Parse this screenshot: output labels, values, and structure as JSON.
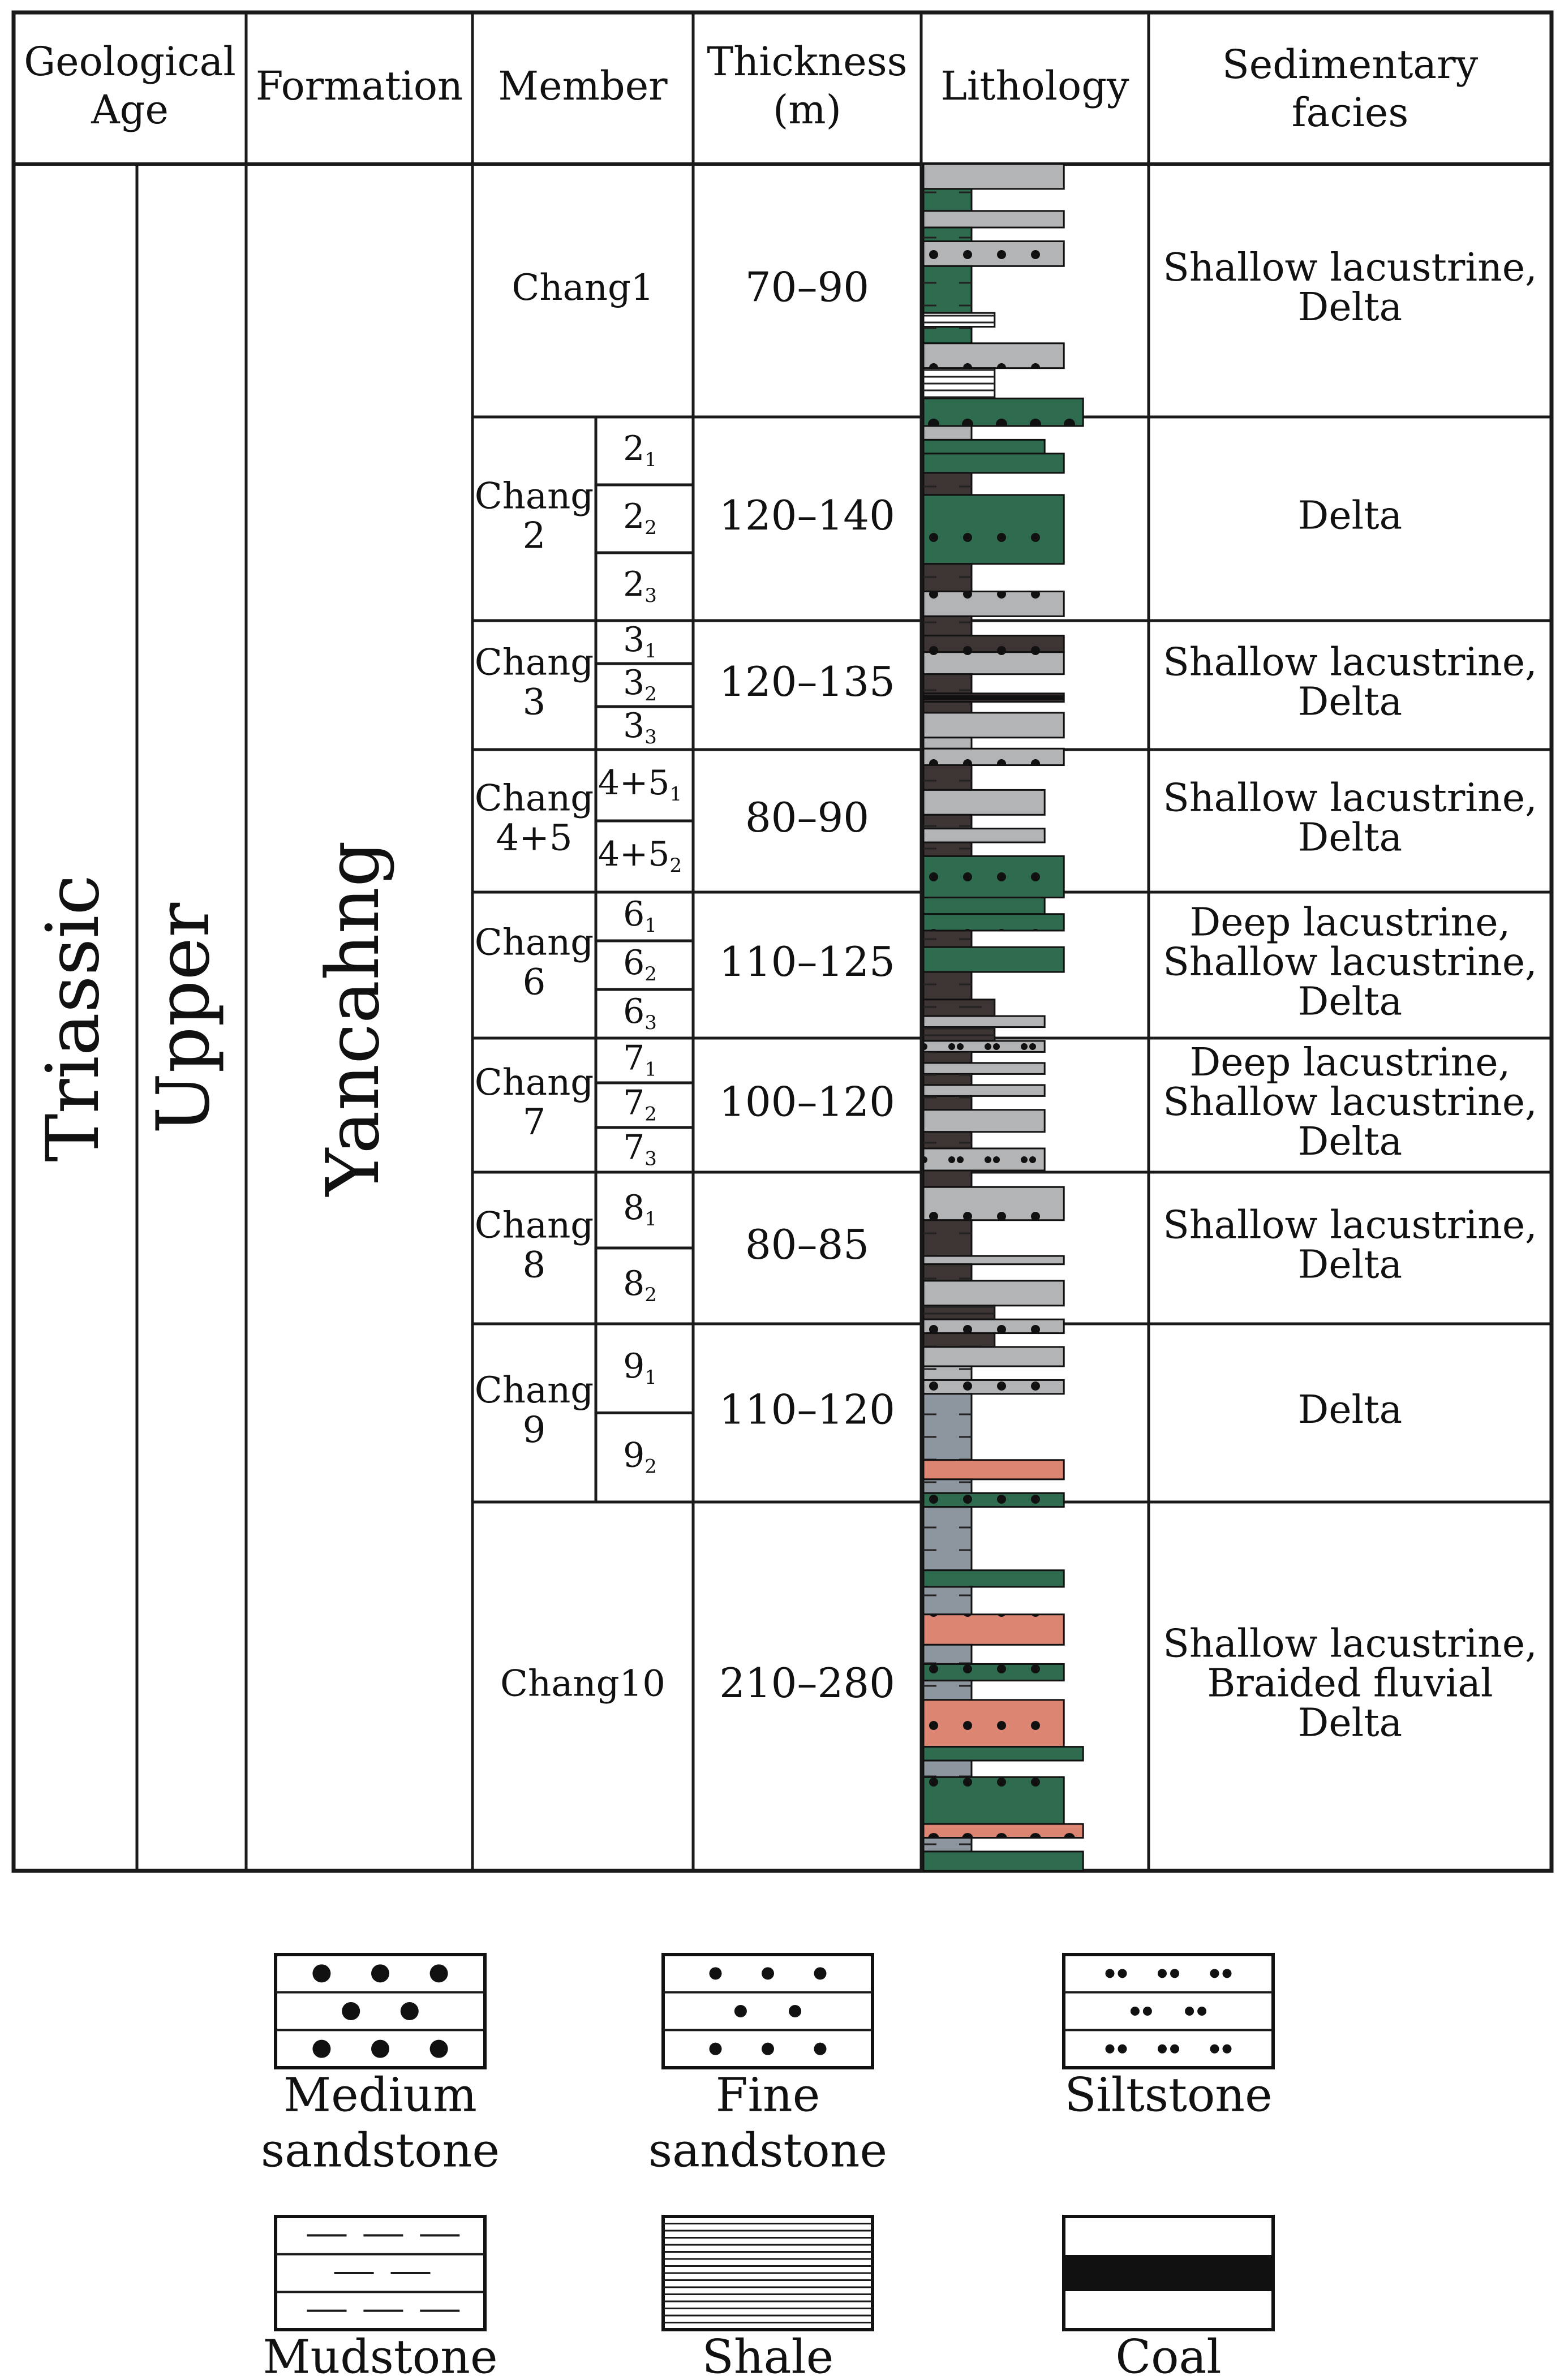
{
  "headers": {
    "age_line1": "Geological",
    "age_line2": "Age",
    "formation": "Formation",
    "member": "Member",
    "thickness_line1": "Thickness",
    "thickness_line2": "(m)",
    "lithology": "Lithology",
    "facies_line1": "Sedimentary",
    "facies_line2": "facies"
  },
  "system": "Triassic",
  "series": "Upper",
  "formation": "Yancahng",
  "members": [
    {
      "label": [
        "Chang1"
      ],
      "thickness": "70–90",
      "facies": [
        "Shallow lacustrine,",
        "Delta"
      ],
      "subs": []
    },
    {
      "label": [
        "Chang",
        "2"
      ],
      "thickness": "120–140",
      "facies": [
        "Delta"
      ],
      "subs": [
        {
          "base": "2",
          "sub": "1"
        },
        {
          "base": "2",
          "sub": "2"
        },
        {
          "base": "2",
          "sub": "3"
        }
      ]
    },
    {
      "label": [
        "Chang",
        "3"
      ],
      "thickness": "120–135",
      "facies": [
        "Shallow lacustrine,",
        "Delta"
      ],
      "subs": [
        {
          "base": "3",
          "sub": "1"
        },
        {
          "base": "3",
          "sub": "2"
        },
        {
          "base": "3",
          "sub": "3"
        }
      ]
    },
    {
      "label": [
        "Chang",
        "4+5"
      ],
      "thickness": "80–90",
      "facies": [
        "Shallow lacustrine,",
        "Delta"
      ],
      "subs": [
        {
          "base": "4+5",
          "sub": "1"
        },
        {
          "base": "4+5",
          "sub": "2"
        }
      ]
    },
    {
      "label": [
        "Chang",
        "6"
      ],
      "thickness": "110–125",
      "facies": [
        "Deep lacustrine,",
        "Shallow lacustrine,",
        "Delta"
      ],
      "subs": [
        {
          "base": "6",
          "sub": "1"
        },
        {
          "base": "6",
          "sub": "2"
        },
        {
          "base": "6",
          "sub": "3"
        }
      ]
    },
    {
      "label": [
        "Chang",
        "7"
      ],
      "thickness": "100–120",
      "facies": [
        "Deep lacustrine,",
        "Shallow lacustrine,",
        "Delta"
      ],
      "subs": [
        {
          "base": "7",
          "sub": "1"
        },
        {
          "base": "7",
          "sub": "2"
        },
        {
          "base": "7",
          "sub": "3"
        }
      ]
    },
    {
      "label": [
        "Chang",
        "8"
      ],
      "thickness": "80–85",
      "facies": [
        "Shallow lacustrine,",
        "Delta"
      ],
      "subs": [
        {
          "base": "8",
          "sub": "1"
        },
        {
          "base": "8",
          "sub": "2"
        }
      ]
    },
    {
      "label": [
        "Chang",
        "9"
      ],
      "thickness": "110–120",
      "facies": [
        "Delta"
      ],
      "subs": [
        {
          "base": "9",
          "sub": "1"
        },
        {
          "base": "9",
          "sub": "2"
        }
      ]
    },
    {
      "label": [
        "Chang10"
      ],
      "thickness": "210–280",
      "facies": [
        "Shallow lacustrine,",
        "Braided fluvial",
        "Delta"
      ],
      "subs": []
    }
  ],
  "legend": [
    {
      "name": [
        "Medium",
        "sandstone"
      ],
      "pattern": "medium"
    },
    {
      "name": [
        "Fine",
        "sandstone"
      ],
      "pattern": "fine"
    },
    {
      "name": [
        "Siltstone"
      ],
      "pattern": "silt"
    },
    {
      "name": [
        "Mudstone"
      ],
      "pattern": "mud"
    },
    {
      "name": [
        "Shale"
      ],
      "pattern": "shale"
    },
    {
      "name": [
        "Coal"
      ],
      "pattern": "coal"
    }
  ],
  "colors": {
    "green": "#2f6b4f",
    "gray": "#b3b4b6",
    "salmon": "#dc8573",
    "dark": "#3d3434",
    "blue_gray": "#8d959e",
    "line": "#1a1a1a"
  },
  "lithology_column": [
    {
      "thickness": 0.9,
      "rock": "fine",
      "color": "gray",
      "extent": 0.73
    },
    {
      "thickness": 0.8,
      "rock": "mud",
      "color": "green",
      "extent": 0.25
    },
    {
      "thickness": 0.6,
      "rock": "fine",
      "color": "gray",
      "extent": 0.73
    },
    {
      "thickness": 0.5,
      "rock": "mud",
      "color": "green",
      "extent": 0.25
    },
    {
      "thickness": 0.9,
      "rock": "fine",
      "color": "gray",
      "extent": 0.73
    },
    {
      "thickness": 1.7,
      "rock": "mud",
      "color": "green",
      "extent": 0.25
    },
    {
      "thickness": 0.5,
      "rock": "shale",
      "color": "white",
      "extent": 0.37
    },
    {
      "thickness": 0.6,
      "rock": "mud",
      "color": "green",
      "extent": 0.25
    },
    {
      "thickness": 0.9,
      "rock": "fine",
      "color": "gray",
      "extent": 0.73
    },
    {
      "thickness": 1.1,
      "rock": "shale",
      "color": "white",
      "extent": 0.37
    },
    {
      "thickness": 1.0,
      "rock": "medium",
      "color": "green",
      "extent": 0.83
    },
    {
      "thickness": 0.5,
      "rock": "mud",
      "color": "gray",
      "extent": 0.25
    },
    {
      "thickness": 0.5,
      "rock": "silt",
      "color": "green",
      "extent": 0.63
    },
    {
      "thickness": 0.7,
      "rock": "fine",
      "color": "green",
      "extent": 0.73
    },
    {
      "thickness": 0.8,
      "rock": "mud",
      "color": "dark",
      "extent": 0.25
    },
    {
      "thickness": 2.5,
      "rock": "fine",
      "color": "green",
      "extent": 0.73
    },
    {
      "thickness": 1.0,
      "rock": "mud",
      "color": "dark",
      "extent": 0.25
    },
    {
      "thickness": 0.9,
      "rock": "fine",
      "color": "gray",
      "extent": 0.73
    },
    {
      "thickness": 0.7,
      "rock": "mud",
      "color": "dark",
      "extent": 0.25
    },
    {
      "thickness": 0.6,
      "rock": "fine",
      "color": "dark",
      "extent": 0.73
    },
    {
      "thickness": 0.8,
      "rock": "fine",
      "color": "gray",
      "extent": 0.73
    },
    {
      "thickness": 0.7,
      "rock": "mud",
      "color": "dark",
      "extent": 0.25
    },
    {
      "thickness": 0.3,
      "rock": "coal",
      "color": "dark",
      "extent": 0.73
    },
    {
      "thickness": 0.4,
      "rock": "mud",
      "color": "dark",
      "extent": 0.25
    },
    {
      "thickness": 0.9,
      "rock": "fine",
      "color": "gray",
      "extent": 0.73
    },
    {
      "thickness": 0.4,
      "rock": "mud",
      "color": "gray",
      "extent": 0.25
    },
    {
      "thickness": 0.6,
      "rock": "fine",
      "color": "gray",
      "extent": 0.73
    },
    {
      "thickness": 0.9,
      "rock": "mud",
      "color": "dark",
      "extent": 0.25
    },
    {
      "thickness": 0.9,
      "rock": "silt",
      "color": "gray",
      "extent": 0.63
    },
    {
      "thickness": 0.5,
      "rock": "mud",
      "color": "dark",
      "extent": 0.25
    },
    {
      "thickness": 0.5,
      "rock": "silt",
      "color": "gray",
      "extent": 0.63
    },
    {
      "thickness": 0.5,
      "rock": "mud",
      "color": "dark",
      "extent": 0.25
    },
    {
      "thickness": 1.5,
      "rock": "fine",
      "color": "green",
      "extent": 0.73
    },
    {
      "thickness": 0.6,
      "rock": "silt",
      "color": "green",
      "extent": 0.63
    },
    {
      "thickness": 0.6,
      "rock": "fine",
      "color": "green",
      "extent": 0.73
    },
    {
      "thickness": 0.6,
      "rock": "mud",
      "color": "dark",
      "extent": 0.25
    },
    {
      "thickness": 0.9,
      "rock": "fine",
      "color": "green",
      "extent": 0.73
    },
    {
      "thickness": 1.0,
      "rock": "mud",
      "color": "dark",
      "extent": 0.25
    },
    {
      "thickness": 0.6,
      "rock": "mud",
      "color": "dark",
      "extent": 0.37
    },
    {
      "thickness": 0.4,
      "rock": "silt",
      "color": "gray",
      "extent": 0.63
    },
    {
      "thickness": 0.5,
      "rock": "shale",
      "color": "dark",
      "extent": 0.37
    },
    {
      "thickness": 0.4,
      "rock": "silt",
      "color": "gray",
      "extent": 0.63
    },
    {
      "thickness": 0.4,
      "rock": "mud",
      "color": "dark",
      "extent": 0.25
    },
    {
      "thickness": 0.4,
      "rock": "silt",
      "color": "gray",
      "extent": 0.63
    },
    {
      "thickness": 0.4,
      "rock": "mud",
      "color": "dark",
      "extent": 0.25
    },
    {
      "thickness": 0.4,
      "rock": "silt",
      "color": "gray",
      "extent": 0.63
    },
    {
      "thickness": 0.5,
      "rock": "mud",
      "color": "dark",
      "extent": 0.25
    },
    {
      "thickness": 0.8,
      "rock": "silt",
      "color": "gray",
      "extent": 0.63
    },
    {
      "thickness": 0.6,
      "rock": "mud",
      "color": "dark",
      "extent": 0.25
    },
    {
      "thickness": 0.8,
      "rock": "silt",
      "color": "gray",
      "extent": 0.63
    },
    {
      "thickness": 0.6,
      "rock": "mud",
      "color": "dark",
      "extent": 0.25
    },
    {
      "thickness": 1.2,
      "rock": "fine",
      "color": "gray",
      "extent": 0.73
    },
    {
      "thickness": 1.3,
      "rock": "mud",
      "color": "dark",
      "extent": 0.25
    },
    {
      "thickness": 0.3,
      "rock": "silt",
      "color": "gray",
      "extent": 0.73
    },
    {
      "thickness": 0.6,
      "rock": "mud",
      "color": "dark",
      "extent": 0.25
    },
    {
      "thickness": 0.9,
      "rock": "fine",
      "color": "gray",
      "extent": 0.73
    },
    {
      "thickness": 0.5,
      "rock": "shale",
      "color": "dark",
      "extent": 0.37
    },
    {
      "thickness": 0.5,
      "rock": "fine",
      "color": "gray",
      "extent": 0.73
    },
    {
      "thickness": 0.5,
      "rock": "mud",
      "color": "dark",
      "extent": 0.37
    },
    {
      "thickness": 0.7,
      "rock": "fine",
      "color": "gray",
      "extent": 0.73
    },
    {
      "thickness": 0.5,
      "rock": "mud",
      "color": "gray",
      "extent": 0.25
    },
    {
      "thickness": 0.5,
      "rock": "fine",
      "color": "gray",
      "extent": 0.73
    },
    {
      "thickness": 2.4,
      "rock": "mud",
      "color": "blue_gray",
      "extent": 0.25
    },
    {
      "thickness": 0.7,
      "rock": "fine",
      "color": "salmon",
      "extent": 0.73
    },
    {
      "thickness": 0.5,
      "rock": "mud",
      "color": "blue_gray",
      "extent": 0.25
    },
    {
      "thickness": 0.5,
      "rock": "fine",
      "color": "green",
      "extent": 0.73
    },
    {
      "thickness": 2.3,
      "rock": "mud",
      "color": "blue_gray",
      "extent": 0.25
    },
    {
      "thickness": 0.6,
      "rock": "fine",
      "color": "green",
      "extent": 0.73
    },
    {
      "thickness": 1.0,
      "rock": "mud",
      "color": "blue_gray",
      "extent": 0.25
    },
    {
      "thickness": 1.1,
      "rock": "fine",
      "color": "salmon",
      "extent": 0.73
    },
    {
      "thickness": 0.7,
      "rock": "mud",
      "color": "blue_gray",
      "extent": 0.25
    },
    {
      "thickness": 0.6,
      "rock": "fine",
      "color": "green",
      "extent": 0.73
    },
    {
      "thickness": 0.7,
      "rock": "mud",
      "color": "blue_gray",
      "extent": 0.25
    },
    {
      "thickness": 1.7,
      "rock": "fine",
      "color": "salmon",
      "extent": 0.73
    },
    {
      "thickness": 0.5,
      "rock": "medium",
      "color": "green",
      "extent": 0.83
    },
    {
      "thickness": 0.6,
      "rock": "mud",
      "color": "blue_gray",
      "extent": 0.25
    },
    {
      "thickness": 1.7,
      "rock": "fine",
      "color": "green",
      "extent": 0.73
    },
    {
      "thickness": 0.5,
      "rock": "medium",
      "color": "salmon",
      "extent": 0.83
    },
    {
      "thickness": 0.5,
      "rock": "mud",
      "color": "blue_gray",
      "extent": 0.25
    },
    {
      "thickness": 0.7,
      "rock": "medium",
      "color": "green",
      "extent": 0.83
    }
  ]
}
